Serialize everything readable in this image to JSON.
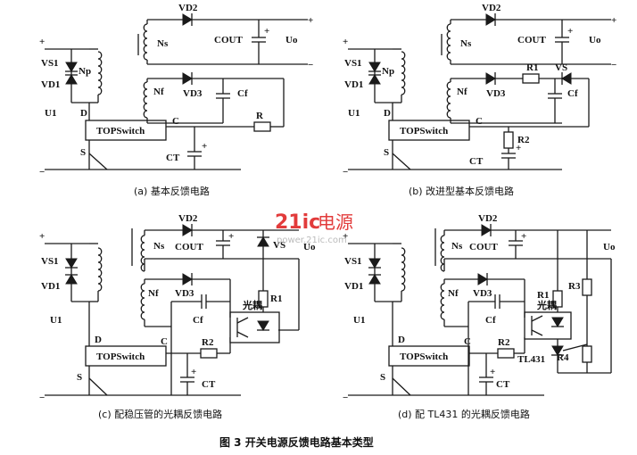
{
  "labels": {
    "a": {
      "vd2": "VD2",
      "ns": "Ns",
      "cout": "COUT",
      "uo": "Uo",
      "vs1": "VS1",
      "np": "Np",
      "vd1": "VD1",
      "u1": "U1",
      "nf": "Nf",
      "vd3": "VD3",
      "cf": "Cf",
      "d": "D",
      "top": "TOPSwitch",
      "c": "C",
      "r": "R",
      "s": "S",
      "ct": "CT",
      "plus": "+",
      "minus": "−",
      "plus_out": "+",
      "minus_out": "−",
      "plus_ct": "+",
      "caption": "(a) 基本反馈电路"
    },
    "b": {
      "vd2": "VD2",
      "ns": "Ns",
      "cout": "COUT",
      "uo": "Uo",
      "vs1": "VS1",
      "np": "Np",
      "vd1": "VD1",
      "u1": "U1",
      "nf": "Nf",
      "vd3": "VD3",
      "r1": "R1",
      "vs": "VS",
      "cf": "Cf",
      "d": "D",
      "top": "TOPSwitch",
      "c": "C",
      "r2": "R2",
      "s": "S",
      "ct": "CT",
      "plus": "+",
      "minus": "−",
      "plus_out": "+",
      "minus_out": "−",
      "plus_ct": "+",
      "caption": "(b) 改进型基本反馈电路"
    },
    "c": {
      "vd2": "VD2",
      "ns": "Ns",
      "cout": "COUT",
      "vs": "VS",
      "uo": "Uo",
      "vs1": "VS1",
      "vd1": "VD1",
      "u1": "U1",
      "nf": "Nf",
      "vd3": "VD3",
      "r1": "R1",
      "cf": "Cf",
      "opto": "光耦",
      "d": "D",
      "top": "TOPSwitch",
      "c": "C",
      "r2": "R2",
      "s": "S",
      "ct": "CT",
      "plus": "+",
      "minus": "−",
      "plus_out": "+",
      "plus_ct": "+",
      "caption": "(c) 配稳压管的光耦反馈电路"
    },
    "d": {
      "vd2": "VD2",
      "ns": "Ns",
      "cout": "COUT",
      "uo": "Uo",
      "vs1": "VS1",
      "vd1": "VD1",
      "u1": "U1",
      "nf": "Nf",
      "vd3": "VD3",
      "r1": "R1",
      "r3": "R3",
      "cf": "Cf",
      "opto": "光耦",
      "d": "D",
      "top": "TOPSwitch",
      "c": "C",
      "r2": "R2",
      "tl": "TL431",
      "r4": "R4",
      "s": "S",
      "ct": "CT",
      "plus": "+",
      "minus": "−",
      "plus_out": "+",
      "plus_ct": "+",
      "caption": "(d) 配 TL431 的光耦反馈电路"
    }
  },
  "watermark": {
    "logo": "21ic",
    "name": "电源",
    "url": "power.21ic.com"
  },
  "figure_caption": "图 3   开关电源反馈电路基本类型"
}
